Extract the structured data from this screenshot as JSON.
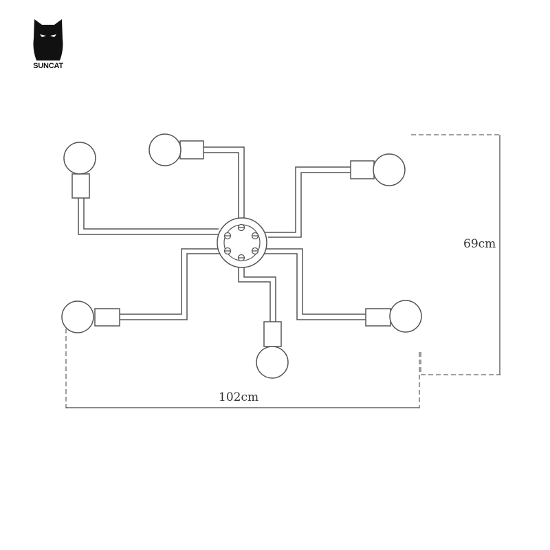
{
  "brand": {
    "name": "SUNCAT",
    "logo_icon": "cat-head-icon"
  },
  "dimensions": {
    "height_label": "69cm",
    "width_label": "102cm"
  },
  "fixture": {
    "type": "6-light ceiling lamp",
    "bulb_count": 6
  }
}
